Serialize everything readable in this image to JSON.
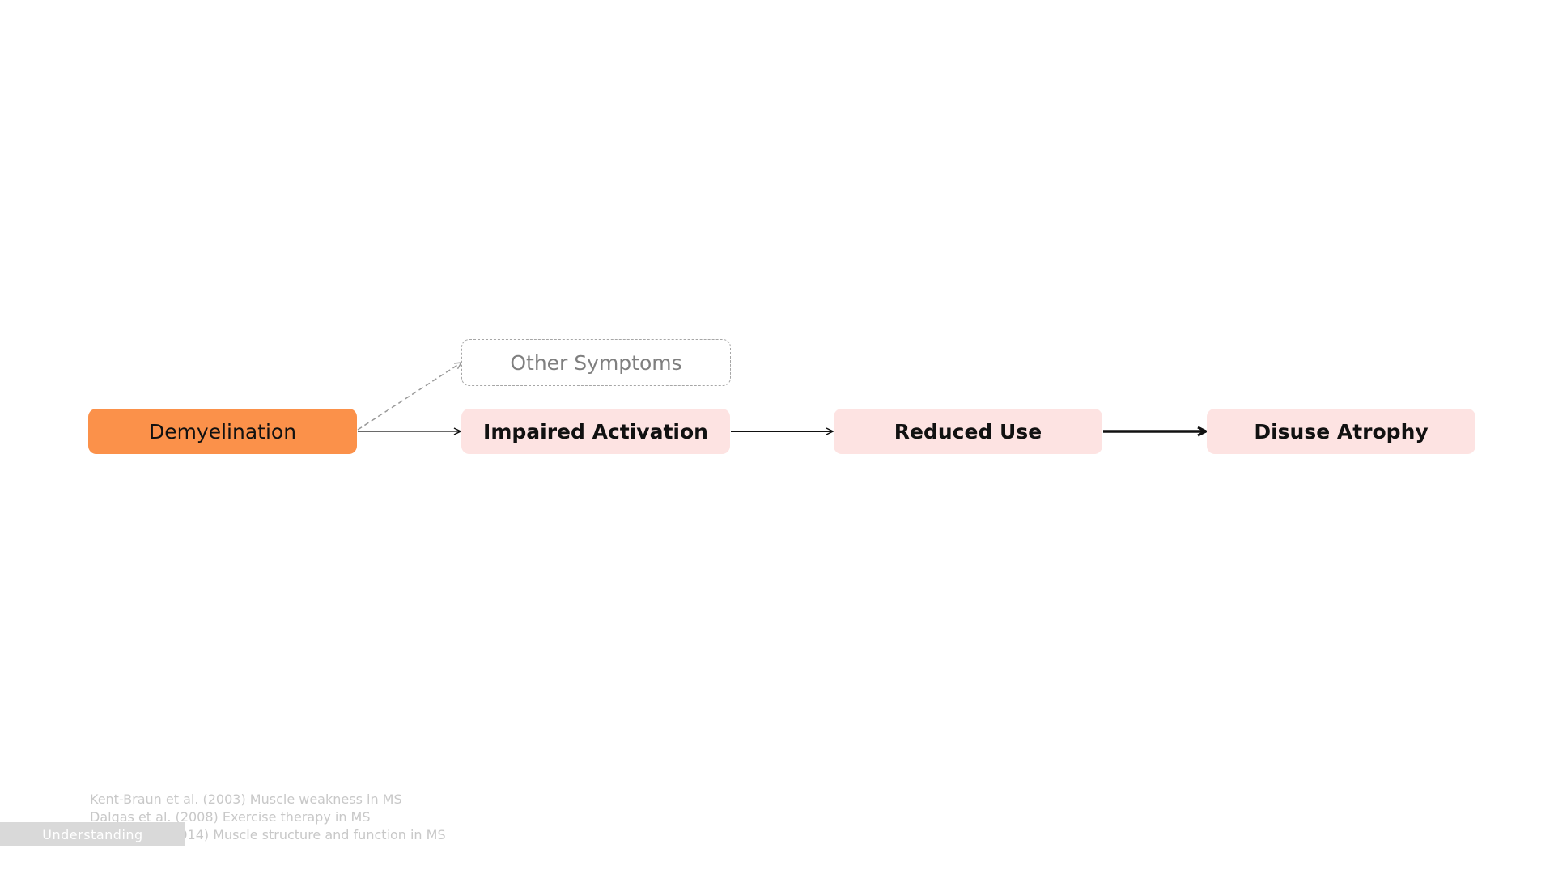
{
  "nodes": {
    "demyelination": "Demyelination",
    "other_symptoms": "Other Symptoms",
    "impaired_activation": "Impaired Activation",
    "reduced_use": "Reduced Use",
    "disuse_atrophy": "Disuse Atrophy"
  },
  "references": [
    "Kent-Braun et al. (2003) Muscle weakness in MS",
    "Dalgas et al. (2008) Exercise therapy in MS",
    "Wens et al. (2014) Muscle structure and function in MS"
  ],
  "footer": {
    "tab_label": "Understanding"
  },
  "colors": {
    "primary_node": "#fb914a",
    "secondary_node": "#fde3e2",
    "dashed_border": "#a6a6a6"
  }
}
